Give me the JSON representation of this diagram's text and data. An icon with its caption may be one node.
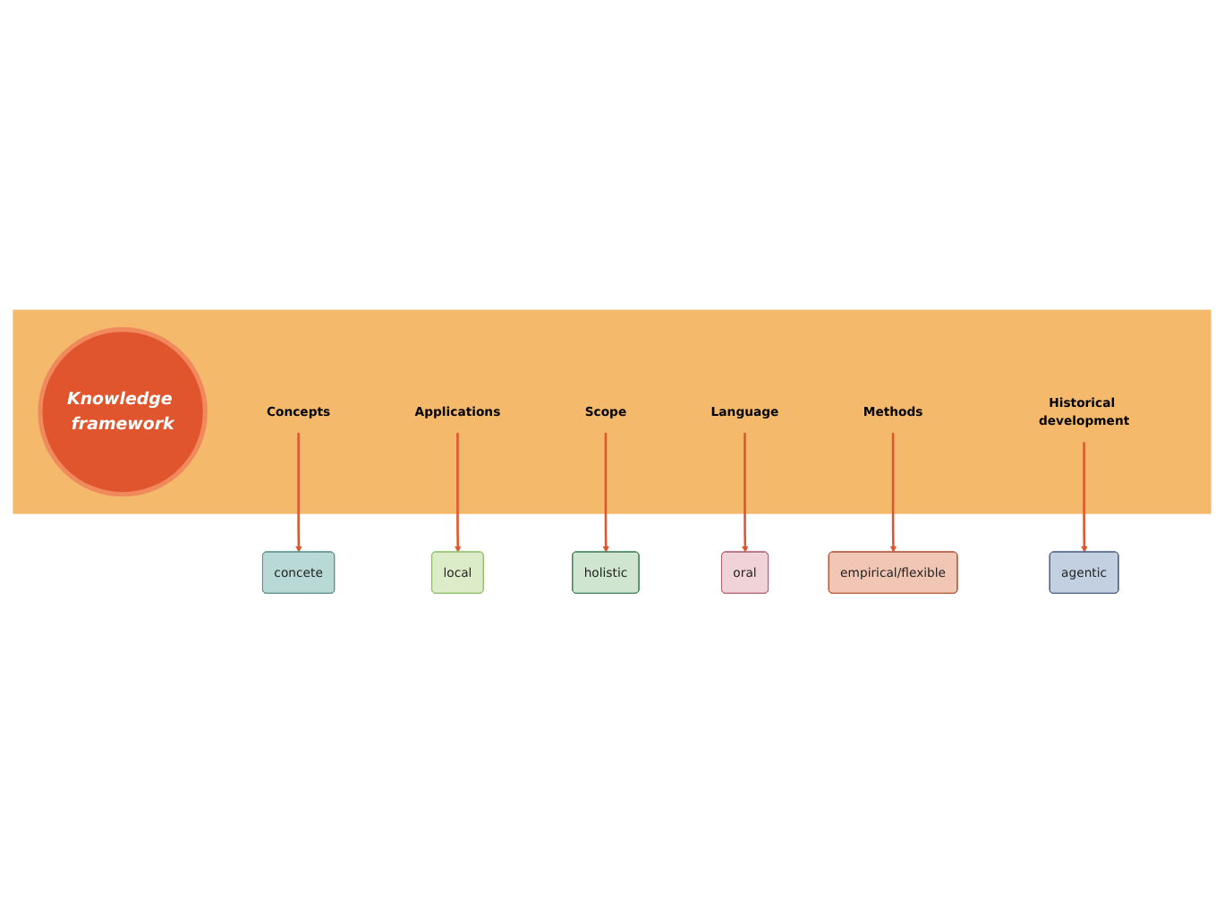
{
  "diagram": {
    "nodes": [
      {
        "text": [],
        "shape": "hexagon"
      },
      {
        "text": [
          "Knowledge framework"
        ],
        "in": 0
      },
      {
        "text": [
          "Concepts"
        ],
        "in": 0
      },
      {
        "text": [
          "Applications"
        ],
        "in": 0
      },
      {
        "text": [
          "Scope"
        ],
        "in": 0
      },
      {
        "text": [
          "Language"
        ],
        "in": 0
      },
      {
        "text": [
          "Methods"
        ],
        "in": 0
      },
      {
        "text": [
          "Historical development"
        ],
        "in": 0
      },
      {
        "text": [
          "concete"
        ]
      },
      {
        "text": [
          "local"
        ]
      },
      {
        "text": [
          "holistic"
        ]
      },
      {
        "text": [
          "oral"
        ]
      },
      {
        "text": [
          "empirical/flexible"
        ]
      },
      {
        "text": [
          "agentic"
        ]
      }
    ],
    "edges": [
      {
        "from": 2,
        "to": 8,
        "arrow": "to"
      },
      {
        "from": 3,
        "to": 9,
        "arrow": "to"
      },
      {
        "from": 4,
        "to": 10,
        "arrow": "to"
      },
      {
        "from": 5,
        "to": 11,
        "arrow": "to"
      },
      {
        "from": 6,
        "to": 12,
        "arrow": "to"
      },
      {
        "from": 7,
        "to": 13,
        "arrow": "to"
      }
    ]
  }
}
